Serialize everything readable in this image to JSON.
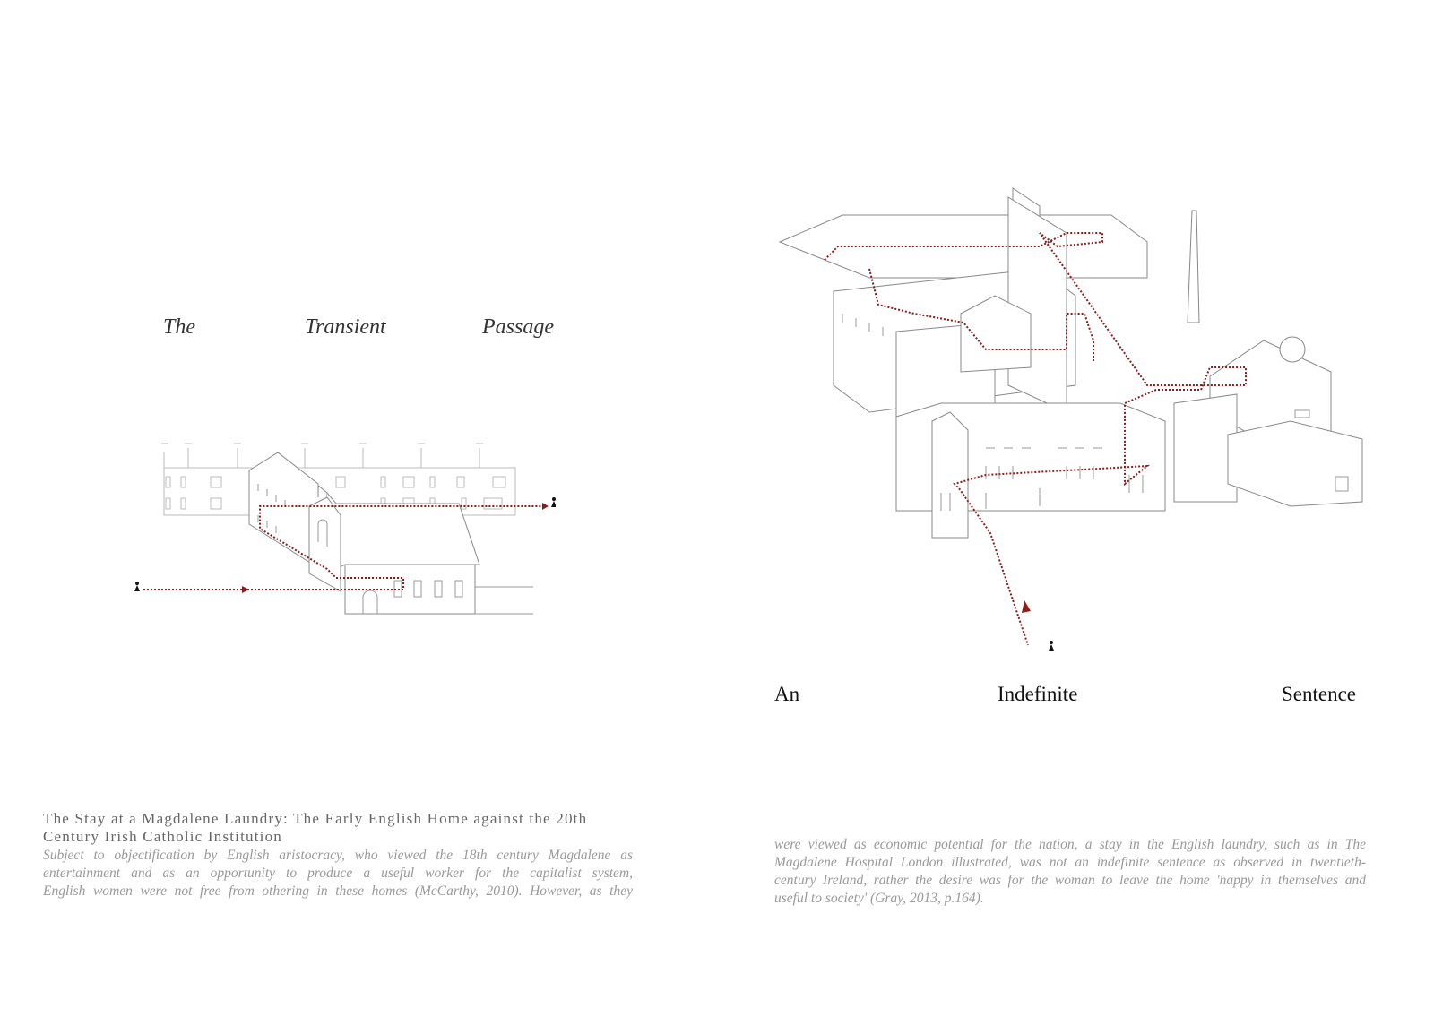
{
  "left_title": [
    "The",
    "Transient",
    "Passage"
  ],
  "right_title": [
    "An",
    "Indefinite",
    "Sentence"
  ],
  "caption": {
    "heading": "The Stay at a Magdalene Laundry: The Early English Home against the 20th Century Irish Catholic Institution",
    "left_lines": [
      "Subject to objectification by English aristocracy, who viewed the 18th century Magdalene as",
      "entertainment and as an opportunity to produce a useful worker for the capitalist system,",
      "English women were not free from othering in these homes (McCarthy, 2010). However, as  they"
    ],
    "right_lines": [
      "were viewed as economic potential for the nation, a stay in the English laundry, such as in The",
      "Magdalene Hospital London illustrated, was not an indefinite sentence as observed in twentieth-",
      "century Ireland, rather the desire was for the woman to leave the home 'happy in themselves and",
      "useful to society' (Gray, 2013, p.164)."
    ]
  },
  "colors": {
    "path": "#8a1c1c",
    "line": "#888888"
  }
}
